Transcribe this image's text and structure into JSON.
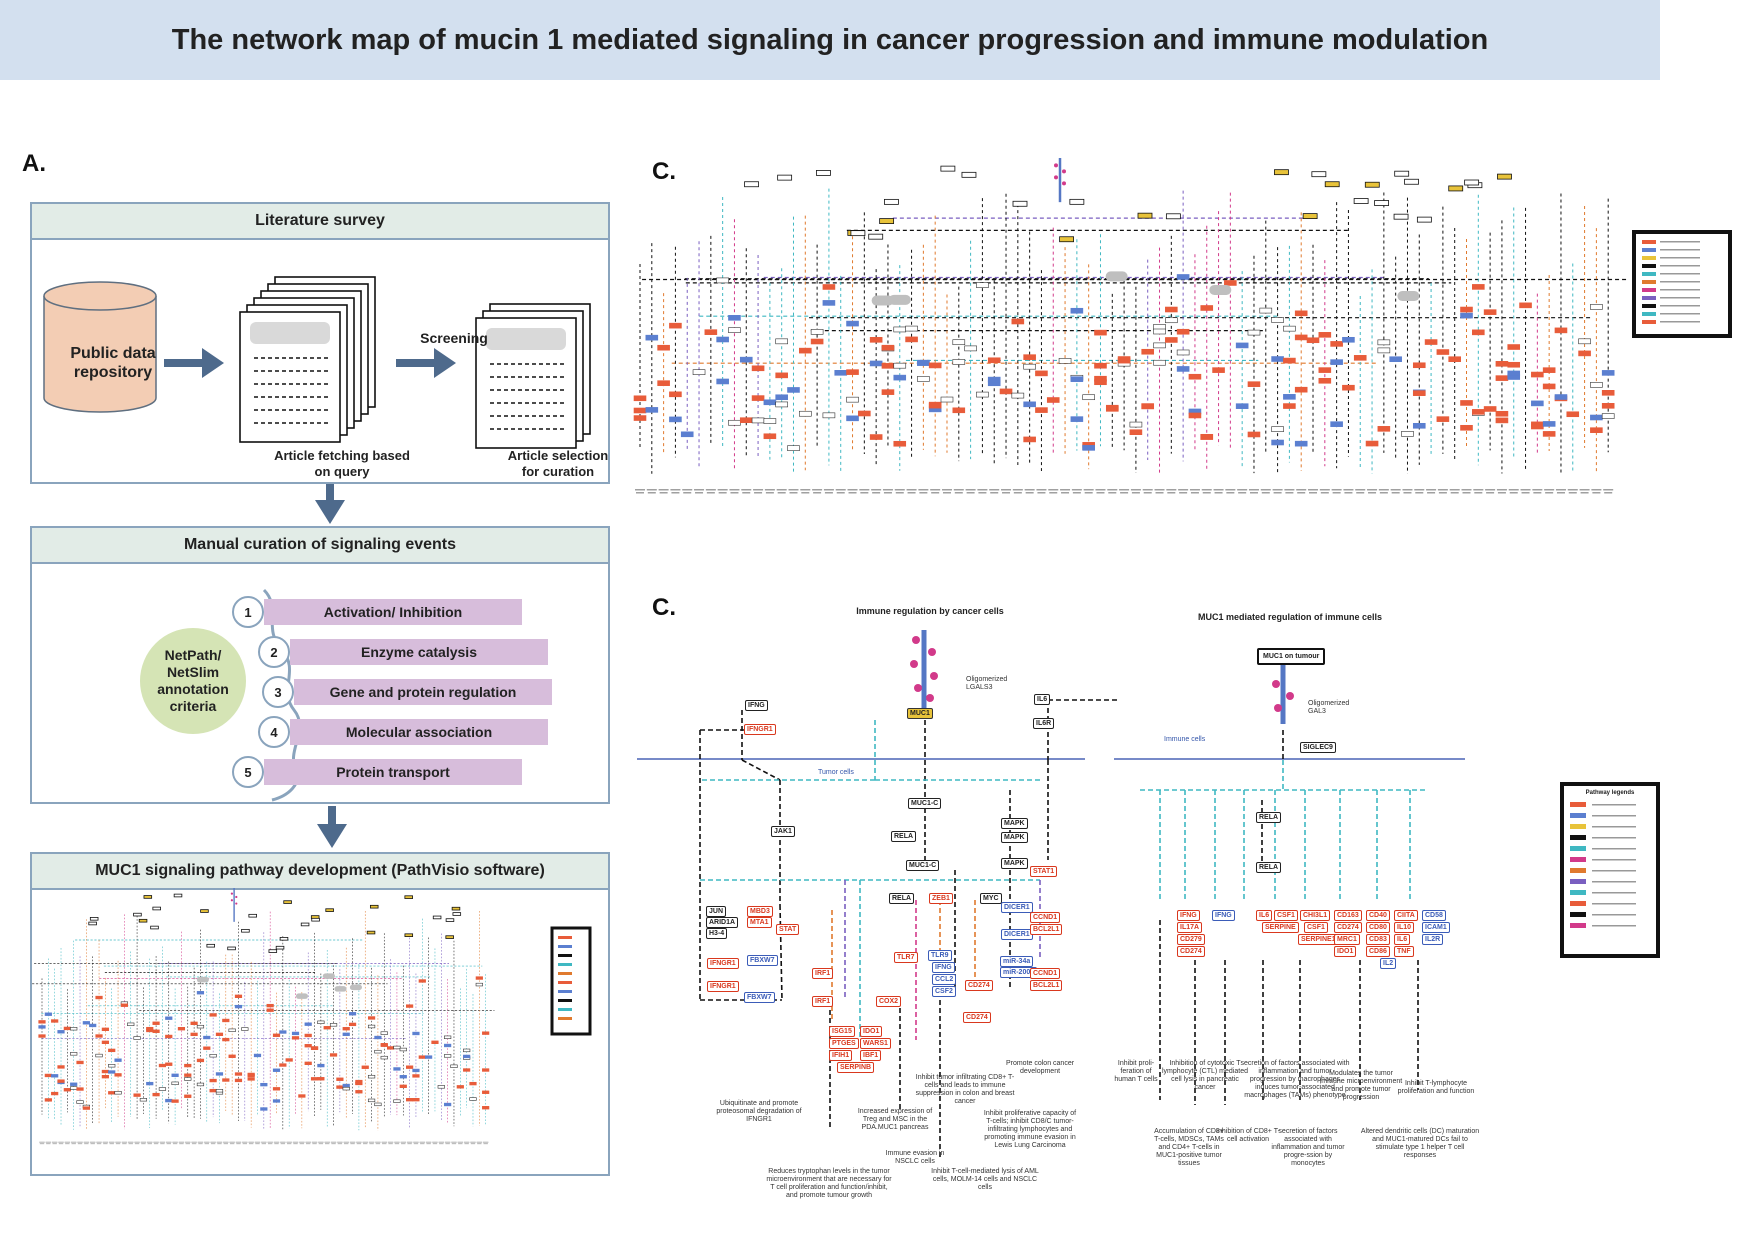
{
  "title": "The network map of mucin 1 mediated signaling in cancer progression and immune modulation",
  "panel_labels": {
    "a": "A.",
    "c_top": "C.",
    "c_bottom": "C."
  },
  "literature_survey": {
    "heading": "Literature survey",
    "repository": "Public data repository",
    "screening": "Screening",
    "fetching_caption": "Article fetching based on query",
    "selection_caption": "Article selection for curation"
  },
  "manual_curation": {
    "heading": "Manual curation of signaling events",
    "hub": "NetPath/ NetSlim annotation criteria",
    "criteria": [
      {
        "num": "1",
        "label": "Activation/ Inhibition"
      },
      {
        "num": "2",
        "label": "Enzyme catalysis"
      },
      {
        "num": "3",
        "label": "Gene and protein regulation"
      },
      {
        "num": "4",
        "label": "Molecular association"
      },
      {
        "num": "5",
        "label": "Protein transport"
      }
    ]
  },
  "pathway_development": {
    "heading": "MUC1 signaling pathway development  (PathVisio software)"
  },
  "immune_map": {
    "left_heading": "Immune regulation by cancer cells",
    "right_heading": "MUC1 mediated regulation of immune cells",
    "tumor_cells": "Tumor cells",
    "immune_cells": "Immune cells",
    "oligo_left": "Oligomerized LGALS3",
    "oligo_right": "Oligomerized GAL3",
    "muc1_on_tumour": "MUC1 on tumour",
    "siglec9": "SIGLEC9",
    "legend_title": "Pathway legends",
    "nodes": {
      "muc1": "MUC1",
      "muc1c": "MUC1-C",
      "muc1c2": "MUC1-C",
      "rela": "RELA",
      "rela2": "RELA",
      "rela3": "RELA",
      "rela4": "RELA",
      "jak1": "JAK1",
      "ifngr1": "IFNGR1",
      "ifng_l": "IFNG",
      "il6": "IL6",
      "il6r": "IL6R",
      "mapk1": "MAPK",
      "mapk2": "MAPK",
      "mapk3": "MAPK",
      "stat1": "STAT1",
      "myc": "MYC",
      "zeb1": "ZEB1",
      "irf1": "IRF1",
      "irf1b": "IRF1",
      "cox2": "COX2",
      "cd274": "CD274",
      "cd274b": "CD274",
      "fbxw7": "FBXW7",
      "fbxw7b": "FBXW7",
      "stat": "STAT",
      "jun": "JUN",
      "arid1a": "ARID1A",
      "h34": "H3-4",
      "mbd3": "MBD3",
      "mta1": "MTA1",
      "ifngr1b": "IFNGR1",
      "ifngr1c": "IFNGR1",
      "tlr9": "TLR9",
      "tlr7": "TLR7",
      "dicer1": "DICER1",
      "dicer1b": "DICER1",
      "mir34a": "miR-34a",
      "mir200c": "miR-200c",
      "ccnd1": "CCND1",
      "bcl2l1": "BCL2L1",
      "ccnd1b": "CCND1",
      "bcl2l1b": "BCL2L1",
      "isg15": "ISG15",
      "ptges": "PTGES",
      "ifih1": "IFIH1",
      "serpinb": "SERPINB",
      "ido1": "IDO1",
      "wars1": "WARS1",
      "ibf1": "IBF1",
      "ifng2": "IFNG",
      "ccl2": "CCL2",
      "csf2": "CSF2",
      "ifng_r1": "IFNG",
      "il17a": "IL17A",
      "cd279": "CD279",
      "cd274r": "CD274",
      "ifng_r2": "IFNG",
      "il6r2": "IL6",
      "csf1": "CSF1",
      "serpine": "SERPINE",
      "chi3l1": "CHI3L1",
      "csf1b": "CSF1",
      "serpine1": "SERPINE1",
      "cd163": "CD163",
      "cd274r2": "CD274",
      "mrc1": "MRC1",
      "ido1r": "IDO1",
      "cd40": "CD40",
      "cd80": "CD80",
      "cd83": "CD83",
      "cd86": "CD86",
      "ciita": "CIITA",
      "il10": "IL10",
      "il6b": "IL6",
      "tnf": "TNF",
      "cd58": "CD58",
      "icam1": "ICAM1",
      "il2r": "IL2R",
      "il2": "IL2"
    },
    "outcomes": [
      {
        "text": "Ubiquitinate and promote proteosomal degradation of IFNGR1"
      },
      {
        "text": "Reduces tryptophan levels in the tumor microenvironment that are necessary for T cell proliferation and function/inhibit, and promote tumour growth"
      },
      {
        "text": "Increased expression of Treg and MSC in the PDA.MUC1 pancreas"
      },
      {
        "text": "Immune evasion in NSCLC cells"
      },
      {
        "text": "Inhibit tumor infiltrating CD8+ T-cells and leads to immune suppression in colon and breast cancer"
      },
      {
        "text": "Inhibit T-cell-mediated lysis of AML cells, MOLM-14 cells and NSCLC cells"
      },
      {
        "text": "Inhibit proliferative capacity of T-cells; inhibit CD8/C tumor-infiltrating lymphocytes and promoting immune evasion in Lewis Lung Carcinoma"
      },
      {
        "text": "Promote colon cancer development"
      },
      {
        "text": "Inhibit proli-feration of human T cells"
      },
      {
        "text": "Inhibition of cytotoxic T lymphocyte (CTL) mediated cell lysis in pancreatic cancer"
      },
      {
        "text": "Accumulation of CD8+ T-cells, MDSCs, TAMs and CD4+ T-cells in MUC1-positive tumor tissues"
      },
      {
        "text": "Inhibition of CD8+ T-cell activation"
      },
      {
        "text": "secretion of factors associated with inflammation and tumor progression by macrophages induces tumor-associated macrophages (TAMs) phenotype"
      },
      {
        "text": "secretion of factors associated with inflammation and tumor progre-ssion by monocytes"
      },
      {
        "text": "Modulates the tumor immune microenvironment and promote tumor progression"
      },
      {
        "text": "Altered dendritic cells (DC) maturation and MUC1-matured DCs fail to stimulate type 1 helper T cell responses"
      },
      {
        "text": "Inhibit T-lymphocyte proliferation and function"
      }
    ]
  },
  "colors": {
    "banner": "#d3e0ef",
    "box_border": "#8aa4bd",
    "box_header": "#e2ece7",
    "cylinder": "#f3cdb4",
    "criteria_bar": "#d7bddb",
    "hub": "#d5e4b5",
    "arrow": "#4e6a8c",
    "red_node": "#d9381e",
    "blue_node": "#3b5cb8",
    "cyan_edge": "#3fb8c2",
    "membrane": "#4a63b5"
  }
}
